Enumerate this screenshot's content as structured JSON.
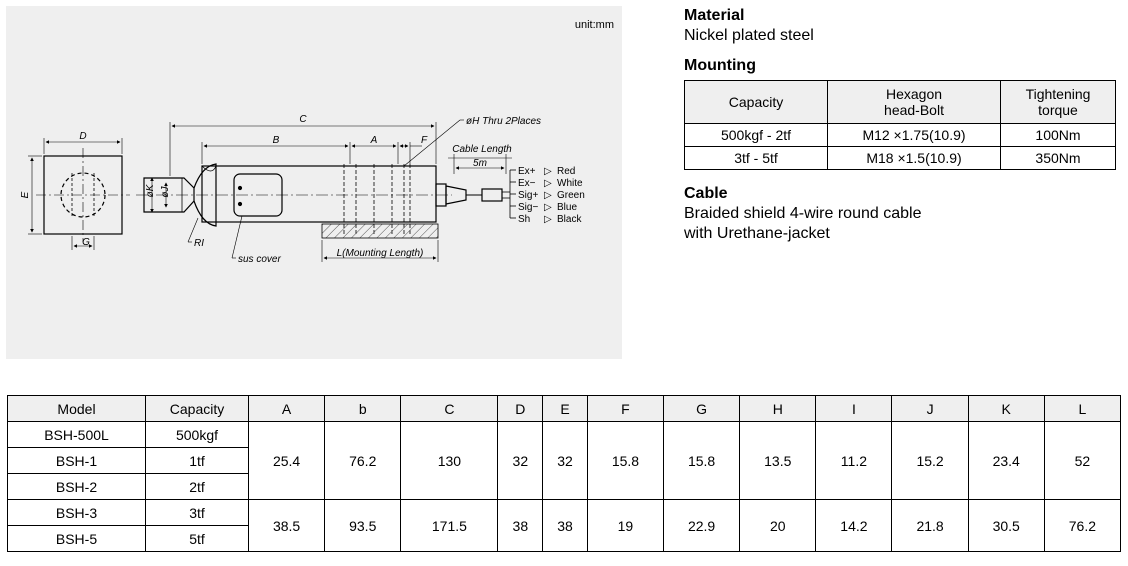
{
  "drawing": {
    "unit": "unit:mm",
    "labels": {
      "D": "D",
      "E": "E",
      "G": "G",
      "C": "C",
      "B": "B",
      "A": "A",
      "F": "F",
      "K": "øK",
      "J": "øJ",
      "RI": "RI",
      "hole": "øH Thru 2Places",
      "cable_length": "Cable Length",
      "five_m": "5m",
      "sus_cover": "sus cover",
      "mounting_length": "L(Mounting Length)"
    },
    "wires": [
      {
        "signal": "Ex+",
        "color": "Red"
      },
      {
        "signal": "Ex−",
        "color": "White"
      },
      {
        "signal": "Sig+",
        "color": "Green"
      },
      {
        "signal": "Sig−",
        "color": "Blue"
      },
      {
        "signal": "Sh",
        "color": "Black"
      }
    ],
    "arrow": "▷"
  },
  "material": {
    "heading": "Material",
    "text": "Nickel plated steel"
  },
  "mounting": {
    "heading": "Mounting",
    "headers": [
      "Capacity",
      "Hexagon head-Bolt",
      "Tightening torque"
    ],
    "header_lines": [
      [
        "Capacity"
      ],
      [
        "Hexagon",
        "head-Bolt"
      ],
      [
        "Tightening",
        "torque"
      ]
    ],
    "rows": [
      [
        "500kgf - 2tf",
        "M12 ×1.75(10.9)",
        "100Nm"
      ],
      [
        "3tf - 5tf",
        "M18 ×1.5(10.9)",
        "350Nm"
      ]
    ]
  },
  "cable": {
    "heading": "Cable",
    "line1": "Braided shield 4-wire round cable",
    "line2": "with Urethane-jacket"
  },
  "spec": {
    "headers": [
      "Model",
      "Capacity",
      "A",
      "b",
      "C",
      "D",
      "E",
      "F",
      "G",
      "H",
      "I",
      "J",
      "K",
      "L"
    ],
    "models": [
      [
        "BSH-500L",
        "500kgf"
      ],
      [
        "BSH-1",
        "1tf"
      ],
      [
        "BSH-2",
        "2tf"
      ],
      [
        "BSH-3",
        "3tf"
      ],
      [
        "BSH-5",
        "5tf"
      ]
    ],
    "groups": [
      [
        "25.4",
        "76.2",
        "130",
        "32",
        "32",
        "15.8",
        "15.8",
        "13.5",
        "11.2",
        "15.2",
        "23.4",
        "52"
      ],
      [
        "38.5",
        "93.5",
        "171.5",
        "38",
        "38",
        "19",
        "22.9",
        "20",
        "14.2",
        "21.8",
        "30.5",
        "76.2"
      ]
    ]
  }
}
